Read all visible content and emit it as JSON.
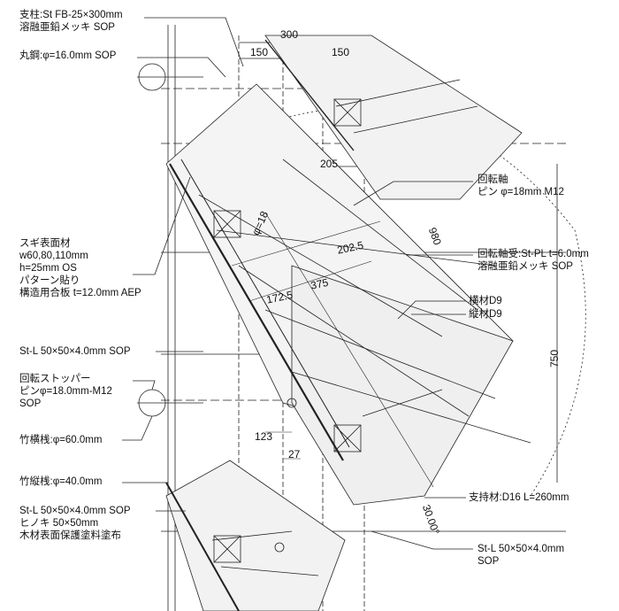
{
  "labels": {
    "post": "支柱:St FB-25×300mm\n溶融亜鉛メッキ SOP",
    "round_bar": "丸鋼:φ=16.0mm SOP",
    "cedar": "スギ表面材\nw60,80,110mm\nh=25mm OS\nパターン貼り\n構造用合板 t=12.0mm AEP",
    "stl_top": "St-L 50×50×4.0mm SOP",
    "stopper": "回転ストッパー\nピンφ=18.0mm-M12\nSOP",
    "bamboo_h": "竹横桟:φ=60.0mm",
    "bamboo_v": "竹縦桟:φ=40.0mm",
    "stl_hinoki": "St-L 50×50×4.0mm SOP\nヒノキ 50×50mm\n木材表面保護塗料塗布",
    "pivot": "回転軸\nピン φ=18mm M12",
    "pivot_bearing": "回転軸受:St-PL t=6.0mm\n溶融亜鉛メッキ SOP",
    "cross": "横材D9",
    "vertical": "縦材D9",
    "support": "支持材:D16 L=260mm",
    "stl_bottom": "St-L 50×50×4.0mm\nSOP"
  },
  "dims": {
    "d300": "300",
    "d150a": "150",
    "d150b": "150",
    "d205": "205",
    "d18": "φ=18",
    "d980": "980",
    "d2025": "202.5",
    "d375": "375",
    "d1725": "172.5",
    "d750": "750",
    "d123": "123",
    "d27": "27",
    "d3000": "30.00°"
  }
}
